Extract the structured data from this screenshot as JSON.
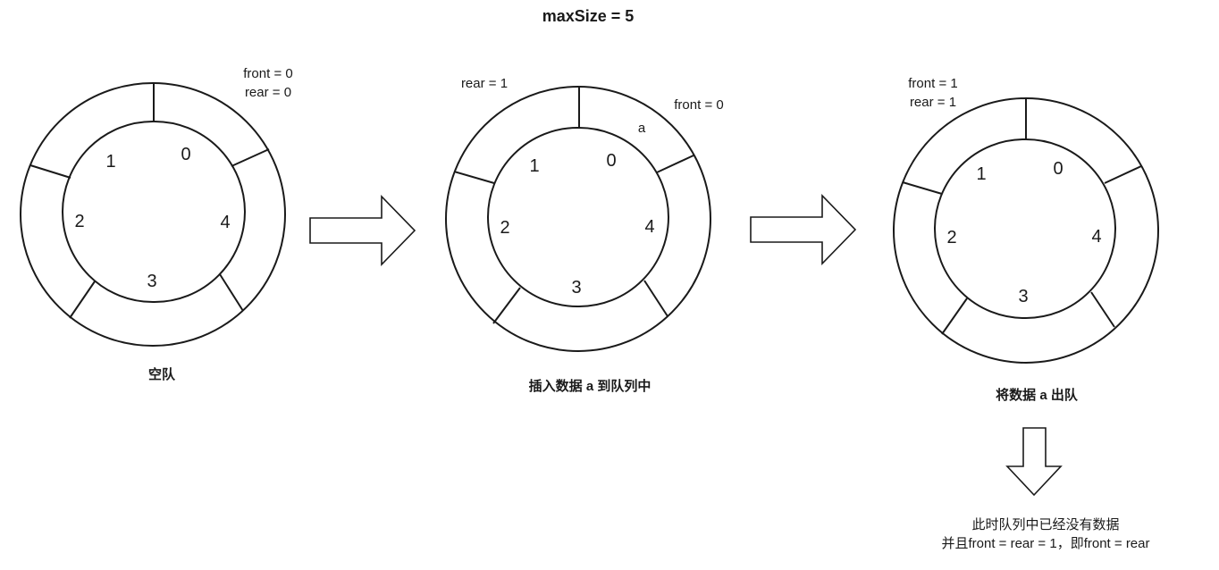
{
  "title": "maxSize = 5",
  "states": [
    {
      "caption": "空队",
      "pointers": [
        "front = 0",
        "rear = 0"
      ],
      "slots": [
        "0",
        "1",
        "2",
        "3",
        "4"
      ],
      "data_items": []
    },
    {
      "caption": "插入数据 a 到队列中",
      "pointers": [
        "rear = 1",
        "front = 0"
      ],
      "slots": [
        "0",
        "1",
        "2",
        "3",
        "4"
      ],
      "data_items": [
        "a"
      ]
    },
    {
      "caption": "将数据 a 出队",
      "pointers": [
        "front = 1",
        "rear = 1"
      ],
      "slots": [
        "0",
        "1",
        "2",
        "3",
        "4"
      ],
      "data_items": []
    }
  ],
  "conclusion": {
    "line1": "此时队列中已经没有数据",
    "line2": "并且front = rear = 1，即front = rear"
  }
}
